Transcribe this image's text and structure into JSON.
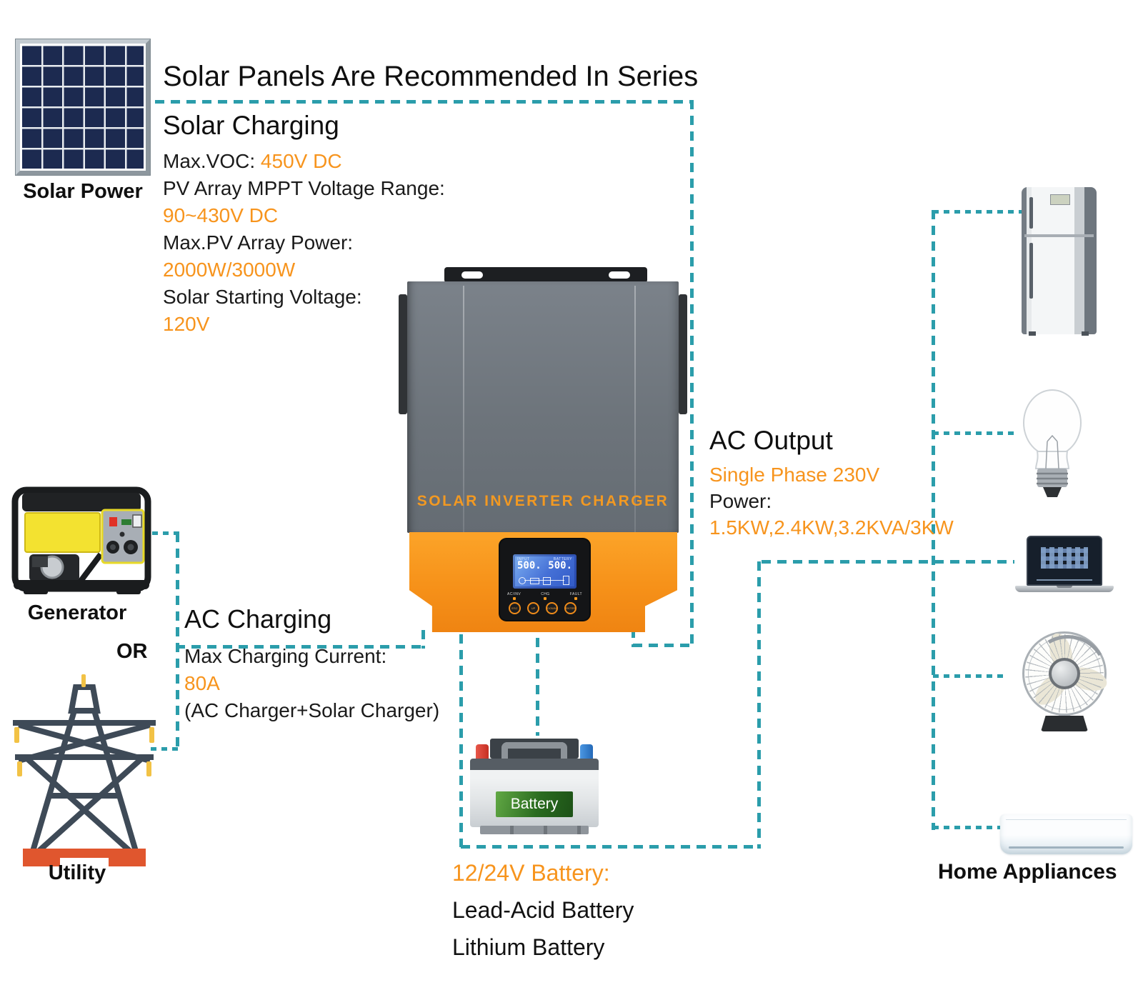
{
  "colors": {
    "teal": "#2b9dab",
    "orange": "#f7941d"
  },
  "solar_section": {
    "title": "Solar Panels Are Recommended In Series",
    "heading": "Solar Charging",
    "spec1_label": "Max.VOC:",
    "spec1_value": "450V DC",
    "spec2_label": "PV Array MPPT Voltage Range:",
    "spec2_value": "90~430V DC",
    "spec3_label": "Max.PV Array Power:",
    "spec3_value": "2000W/3000W",
    "spec4_label": "Solar Starting Voltage:",
    "spec4_value": "120V",
    "device_label": "Solar Power"
  },
  "ac_charging_section": {
    "heading": "AC Charging",
    "spec_label": "Max Charging Current:",
    "spec_value": "80A",
    "spec_note": "(AC Charger+Solar Charger)",
    "generator_label": "Generator",
    "or_label": "OR",
    "utility_label": "Utility"
  },
  "inverter": {
    "brand_text": "SOLAR INVERTER CHARGER",
    "lcd_left_label": "INPUT",
    "lcd_left_value": "500.",
    "lcd_right_label": "BATTERY",
    "lcd_right_value": "500.",
    "indicator1": "AC/INV",
    "indicator2": "CHG",
    "indicator3": "FAULT",
    "button1": "ESC",
    "button2": "UP",
    "button3": "DOWN",
    "button4": "ENTER"
  },
  "ac_output_section": {
    "heading": "AC Output",
    "phase_value": "Single Phase 230V",
    "power_label": "Power:",
    "power_value": "1.5KW,2.4KW,3.2KVA/3KW"
  },
  "battery_section": {
    "device_label": "Battery",
    "heading": "12/24V Battery:",
    "type1": "Lead-Acid Battery",
    "type2": "Lithium Battery"
  },
  "appliances_section": {
    "label": "Home Appliances"
  }
}
